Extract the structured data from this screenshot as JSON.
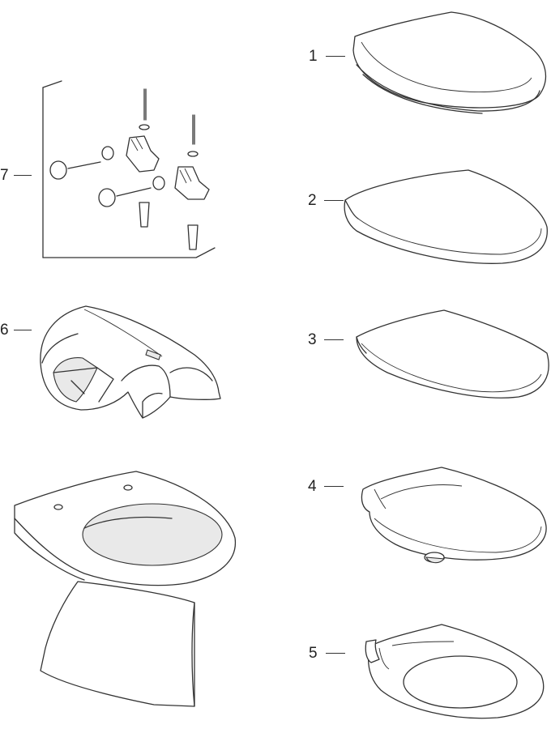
{
  "parts": [
    {
      "number": "1",
      "icon": "toilet-seat-with-cover-icon"
    },
    {
      "number": "2",
      "icon": "toilet-seat-cover-icon"
    },
    {
      "number": "3",
      "icon": "toilet-seat-cover-flat-icon"
    },
    {
      "number": "4",
      "icon": "toilet-seat-with-hinge-icon"
    },
    {
      "number": "5",
      "icon": "toilet-seat-ring-icon"
    },
    {
      "number": "6",
      "icon": "pipe-cover-shroud-icon"
    },
    {
      "number": "7",
      "icon": "fixing-set-icon"
    }
  ],
  "bowl": {
    "icon": "floor-standing-toilet-bowl-icon"
  }
}
